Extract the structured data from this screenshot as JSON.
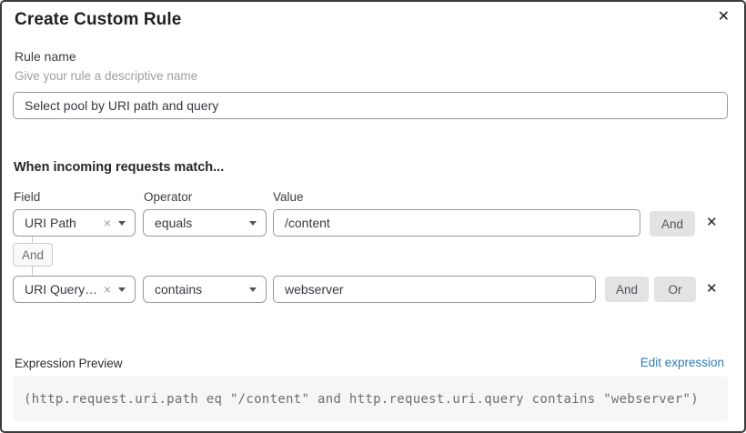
{
  "dialog": {
    "title": "Create Custom Rule",
    "close_icon": "✕"
  },
  "rule_name": {
    "label": "Rule name",
    "help": "Give your rule a descriptive name",
    "value": "Select pool by URI path and query"
  },
  "match_section": {
    "heading": "When incoming requests match...",
    "columns": {
      "field": "Field",
      "operator": "Operator",
      "value": "Value"
    },
    "connector_label": "And",
    "rows": [
      {
        "field": "URI Path",
        "operator": "equals",
        "value": "/content",
        "and_label": "And"
      },
      {
        "field": "URI Query St...",
        "operator": "contains",
        "value": "webserver",
        "and_label": "And",
        "or_label": "Or"
      }
    ],
    "clear_icon": "×",
    "delete_icon": "✕"
  },
  "expression": {
    "label": "Expression Preview",
    "edit_link": "Edit expression",
    "code": "(http.request.uri.path eq \"/content\" and http.request.uri.query contains \"webserver\")"
  },
  "colors": {
    "link_blue": "#2f7cb5",
    "chip_button_gray": "#e3e3e3",
    "code_background": "#f6f6f6",
    "input_border": "#999999",
    "dialog_border": "#3b3b3b"
  }
}
